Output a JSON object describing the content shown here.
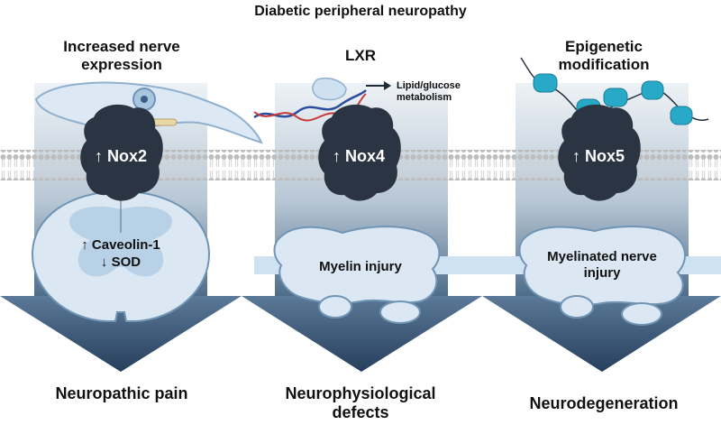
{
  "title": "Diabetic peripheral neuropathy",
  "columns": [
    {
      "top_label": "Increased nerve expression",
      "nox_label": "↑ Nox2",
      "inner_label_1": "↑ Caveolin-1",
      "inner_label_2": "↓ SOD",
      "bottom_label": "Neuropathic pain"
    },
    {
      "top_label": "LXR",
      "nox_label": "↑ Nox4",
      "side_label": "Lipid/glucose metabolism",
      "inner_label_1": "Myelin injury",
      "bottom_label": "Neurophysiological defects"
    },
    {
      "top_label": "Epigenetic modification",
      "nox_label": "↑ Nox5",
      "inner_label_1": "Myelinated nerve injury",
      "bottom_label": "Neurodegeneration"
    }
  ],
  "colors": {
    "arrow_dark": "#2f4f6e",
    "arrow_light": "#e6ecf2",
    "membrane": "#c9c9c9",
    "protein": "#2a3442",
    "tissue_fill": "#dbe8f3",
    "tissue_stroke": "#6f94b4",
    "nucleosome": "#27a9c7",
    "dna_blue": "#2b4d9b",
    "dna_red": "#c73a3a"
  }
}
